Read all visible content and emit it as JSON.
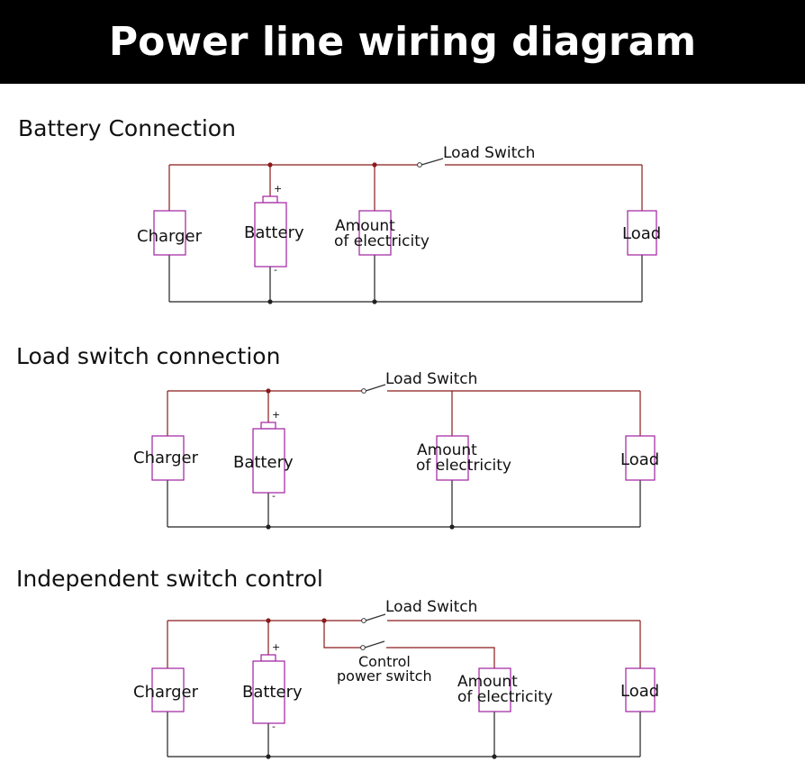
{
  "page_title": "Power line wiring diagram",
  "colors": {
    "banner_bg": "#000000",
    "banner_text": "#ffffff",
    "wire_positive": "#8b1a1a",
    "wire_negative": "#222222",
    "component_border": "#a020a0",
    "node_dot": "#8b1a1a"
  },
  "sections": [
    {
      "title": "Battery Connection",
      "labels": {
        "charger": "Charger",
        "battery": "Battery",
        "amount_line1": "Amount",
        "amount_line2": "of electricity",
        "load": "Load",
        "load_switch": "Load Switch",
        "plus": "+",
        "minus": "-"
      }
    },
    {
      "title": "Load switch connection",
      "labels": {
        "charger": "Charger",
        "battery": "Battery",
        "amount_line1": "Amount",
        "amount_line2": "of electricity",
        "load": "Load",
        "load_switch": "Load Switch",
        "plus": "+",
        "minus": "-"
      }
    },
    {
      "title": "Independent switch control",
      "labels": {
        "charger": "Charger",
        "battery": "Battery",
        "amount_line1": "Amount",
        "amount_line2": "of electricity",
        "load": "Load",
        "load_switch": "Load Switch",
        "control_line1": "Control",
        "control_line2": "power switch",
        "plus": "+",
        "minus": "-"
      }
    }
  ]
}
